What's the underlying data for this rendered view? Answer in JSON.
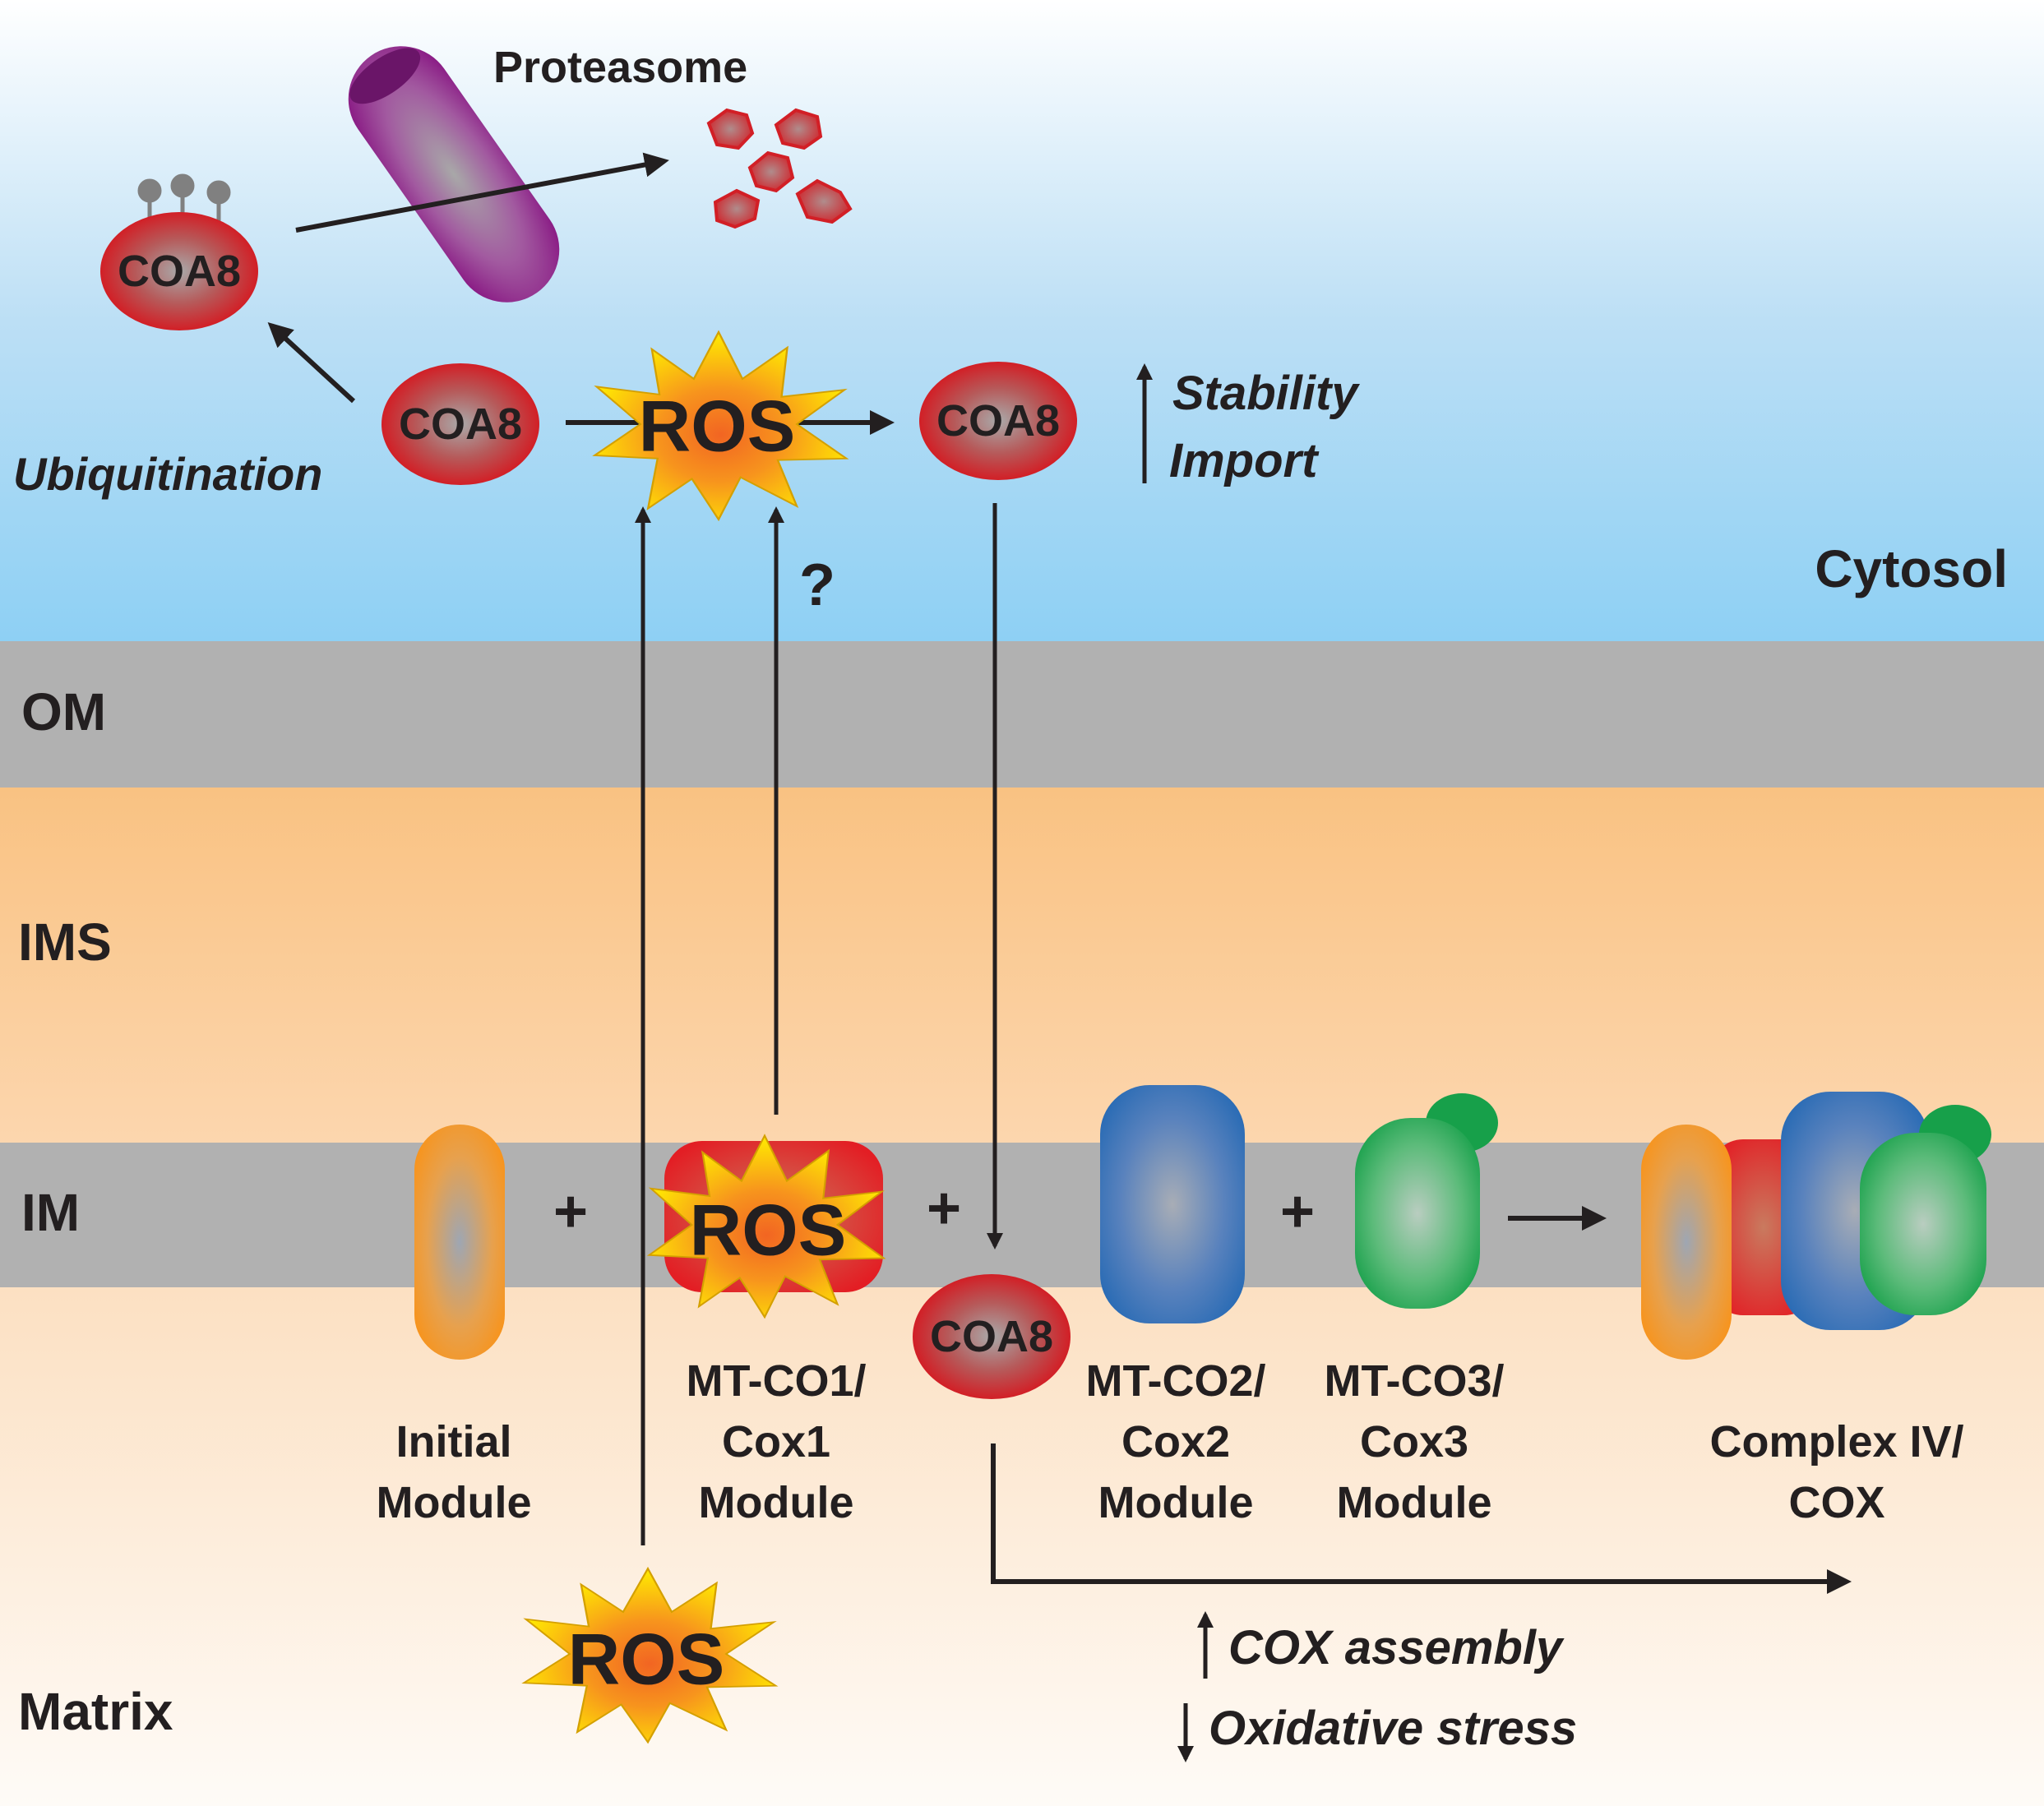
{
  "regions": {
    "cytosol": "Cytosol",
    "om": "OM",
    "ims": "IMS",
    "im": "IM",
    "matrix": "Matrix"
  },
  "labels": {
    "proteasome": "Proteasome",
    "ubiquitination": "Ubiquitination",
    "stability": "Stability",
    "import": "Import",
    "question": "?",
    "plus": "+",
    "cox_assembly": "COX assembly",
    "oxidative_stress": "Oxidative stress"
  },
  "proteins": {
    "coa8": "COA8",
    "ros": "ROS"
  },
  "modules": {
    "initial": [
      "Initial",
      "Module"
    ],
    "cox1": [
      "MT-CO1/",
      "Cox1",
      "Module"
    ],
    "cox2": [
      "MT-CO2/",
      "Cox2",
      "Module"
    ],
    "cox3": [
      "MT-CO3/",
      "Cox3",
      "Module"
    ],
    "complex": [
      "Complex IV/",
      "COX"
    ]
  },
  "colors": {
    "cytosol_top": "#ffffff",
    "cytosol_bottom": "#8ed0f4",
    "membrane": "#b1b1b1",
    "ims": "#fac68b",
    "matrix_top": "#fce0c2",
    "matrix_bottom": "#fefbf7",
    "coa8_red": "#d21f26",
    "ros_yellow": "#ffe600",
    "ros_orange": "#f7941d",
    "initial_orange": "#f7941d",
    "cox1_red": "#e31e24",
    "cox2_blue": "#2b6cb5",
    "cox3_green": "#17a04a",
    "proteasome_purple": "#8b1e86"
  }
}
